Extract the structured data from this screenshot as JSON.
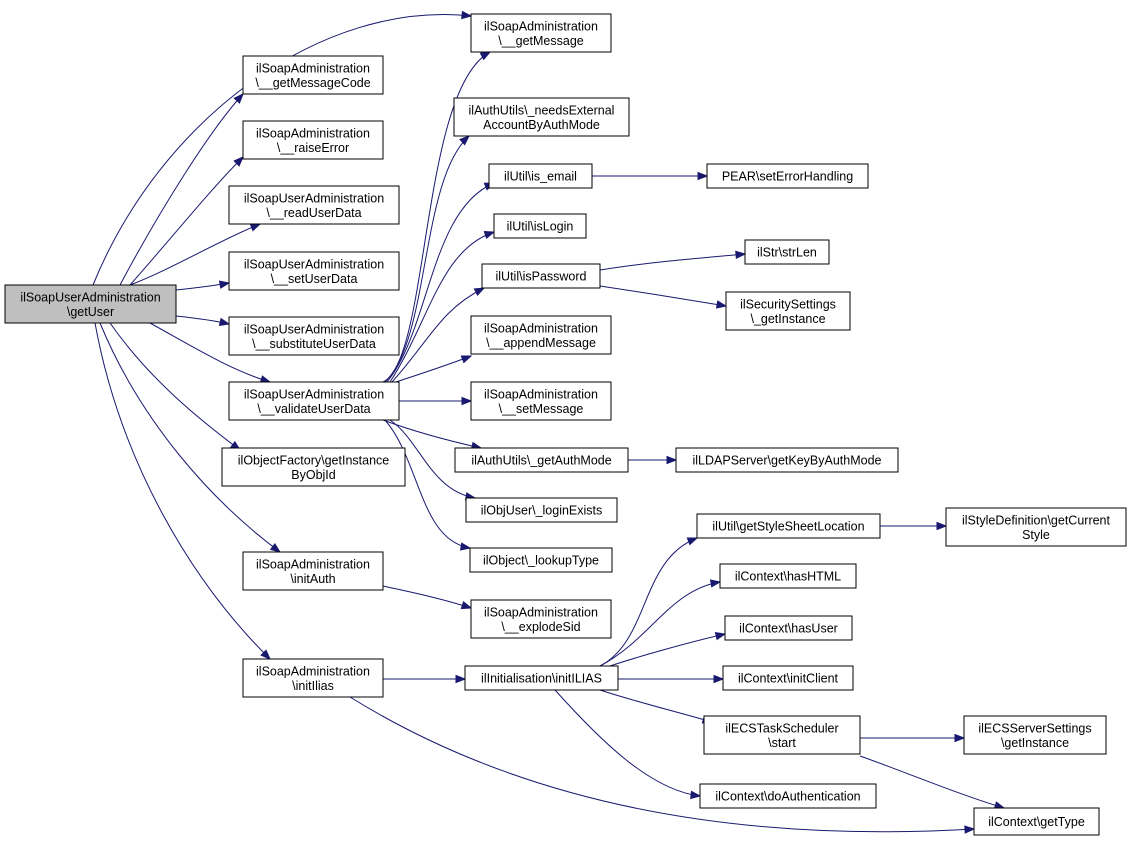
{
  "nodes": [
    {
      "id": "root",
      "lines": [
        "ilSoapUserAdministration",
        "\\getUser"
      ],
      "root": true
    },
    {
      "id": "getMessage",
      "lines": [
        "ilSoapAdministration",
        "\\__getMessage"
      ]
    },
    {
      "id": "getMessageCode",
      "lines": [
        "ilSoapAdministration",
        "\\__getMessageCode"
      ]
    },
    {
      "id": "raiseError",
      "lines": [
        "ilSoapAdministration",
        "\\__raiseError"
      ]
    },
    {
      "id": "readUserData",
      "lines": [
        "ilSoapUserAdministration",
        "\\__readUserData"
      ]
    },
    {
      "id": "setUserData",
      "lines": [
        "ilSoapUserAdministration",
        "\\__setUserData"
      ]
    },
    {
      "id": "substituteUserData",
      "lines": [
        "ilSoapUserAdministration",
        "\\__substituteUserData"
      ]
    },
    {
      "id": "validateUserData",
      "lines": [
        "ilSoapUserAdministration",
        "\\__validateUserData"
      ]
    },
    {
      "id": "getInstanceByObjId",
      "lines": [
        "ilObjectFactory\\getInstance",
        "ByObjId"
      ]
    },
    {
      "id": "initAuth",
      "lines": [
        "ilSoapAdministration",
        "\\initAuth"
      ]
    },
    {
      "id": "initIlias",
      "lines": [
        "ilSoapAdministration",
        "\\initIlias"
      ]
    },
    {
      "id": "needsExternal",
      "lines": [
        "ilAuthUtils\\_needsExternal",
        "AccountByAuthMode"
      ]
    },
    {
      "id": "isEmail",
      "lines": [
        "ilUtil\\is_email"
      ]
    },
    {
      "id": "isLogin",
      "lines": [
        "ilUtil\\isLogin"
      ]
    },
    {
      "id": "isPassword",
      "lines": [
        "ilUtil\\isPassword"
      ]
    },
    {
      "id": "appendMessage",
      "lines": [
        "ilSoapAdministration",
        "\\__appendMessage"
      ]
    },
    {
      "id": "setMessage",
      "lines": [
        "ilSoapAdministration",
        "\\__setMessage"
      ]
    },
    {
      "id": "getAuthMode",
      "lines": [
        "ilAuthUtils\\_getAuthMode"
      ]
    },
    {
      "id": "loginExists",
      "lines": [
        "ilObjUser\\_loginExists"
      ]
    },
    {
      "id": "lookupType",
      "lines": [
        "ilObject\\_lookupType"
      ]
    },
    {
      "id": "explodeSid",
      "lines": [
        "ilSoapAdministration",
        "\\__explodeSid"
      ]
    },
    {
      "id": "initILIAS",
      "lines": [
        "ilInitialisation\\initILIAS"
      ]
    },
    {
      "id": "setErrorHandling",
      "lines": [
        "PEAR\\setErrorHandling"
      ]
    },
    {
      "id": "strLen",
      "lines": [
        "ilStr\\strLen"
      ]
    },
    {
      "id": "securitySettings",
      "lines": [
        "ilSecuritySettings",
        "\\_getInstance"
      ]
    },
    {
      "id": "getKeyByAuthMode",
      "lines": [
        "ilLDAPServer\\getKeyByAuthMode"
      ]
    },
    {
      "id": "getStyleSheetLocation",
      "lines": [
        "ilUtil\\getStyleSheetLocation"
      ]
    },
    {
      "id": "hasHTML",
      "lines": [
        "ilContext\\hasHTML"
      ]
    },
    {
      "id": "hasUser",
      "lines": [
        "ilContext\\hasUser"
      ]
    },
    {
      "id": "initClient",
      "lines": [
        "ilContext\\initClient"
      ]
    },
    {
      "id": "ecsStart",
      "lines": [
        "ilECSTaskScheduler",
        "\\start"
      ]
    },
    {
      "id": "doAuthentication",
      "lines": [
        "ilContext\\doAuthentication"
      ]
    },
    {
      "id": "getCurrentStyle",
      "lines": [
        "ilStyleDefinition\\getCurrent",
        "Style"
      ]
    },
    {
      "id": "ecsServerSettings",
      "lines": [
        "ilECSServerSettings",
        "\\getInstance"
      ]
    },
    {
      "id": "getType",
      "lines": [
        "ilContext\\getType"
      ]
    }
  ],
  "edges": [
    {
      "from": "root",
      "to": "getMessage"
    },
    {
      "from": "root",
      "to": "getMessageCode"
    },
    {
      "from": "root",
      "to": "raiseError"
    },
    {
      "from": "root",
      "to": "readUserData"
    },
    {
      "from": "root",
      "to": "setUserData"
    },
    {
      "from": "root",
      "to": "substituteUserData"
    },
    {
      "from": "root",
      "to": "validateUserData"
    },
    {
      "from": "root",
      "to": "getInstanceByObjId"
    },
    {
      "from": "root",
      "to": "initAuth"
    },
    {
      "from": "root",
      "to": "initIlias"
    },
    {
      "from": "validateUserData",
      "to": "getMessage"
    },
    {
      "from": "validateUserData",
      "to": "needsExternal"
    },
    {
      "from": "validateUserData",
      "to": "isEmail"
    },
    {
      "from": "validateUserData",
      "to": "isLogin"
    },
    {
      "from": "validateUserData",
      "to": "isPassword"
    },
    {
      "from": "validateUserData",
      "to": "appendMessage"
    },
    {
      "from": "validateUserData",
      "to": "setMessage"
    },
    {
      "from": "validateUserData",
      "to": "getAuthMode"
    },
    {
      "from": "validateUserData",
      "to": "loginExists"
    },
    {
      "from": "validateUserData",
      "to": "lookupType"
    },
    {
      "from": "isEmail",
      "to": "setErrorHandling"
    },
    {
      "from": "isPassword",
      "to": "strLen"
    },
    {
      "from": "isPassword",
      "to": "securitySettings"
    },
    {
      "from": "getAuthMode",
      "to": "getKeyByAuthMode"
    },
    {
      "from": "initAuth",
      "to": "explodeSid"
    },
    {
      "from": "initIlias",
      "to": "initILIAS"
    },
    {
      "from": "initIlias",
      "to": "getType"
    },
    {
      "from": "initILIAS",
      "to": "getStyleSheetLocation"
    },
    {
      "from": "initILIAS",
      "to": "hasHTML"
    },
    {
      "from": "initILIAS",
      "to": "hasUser"
    },
    {
      "from": "initILIAS",
      "to": "initClient"
    },
    {
      "from": "initILIAS",
      "to": "ecsStart"
    },
    {
      "from": "initILIAS",
      "to": "doAuthentication"
    },
    {
      "from": "getStyleSheetLocation",
      "to": "getCurrentStyle"
    },
    {
      "from": "ecsStart",
      "to": "ecsServerSettings"
    },
    {
      "from": "ecsStart",
      "to": "getType"
    }
  ]
}
